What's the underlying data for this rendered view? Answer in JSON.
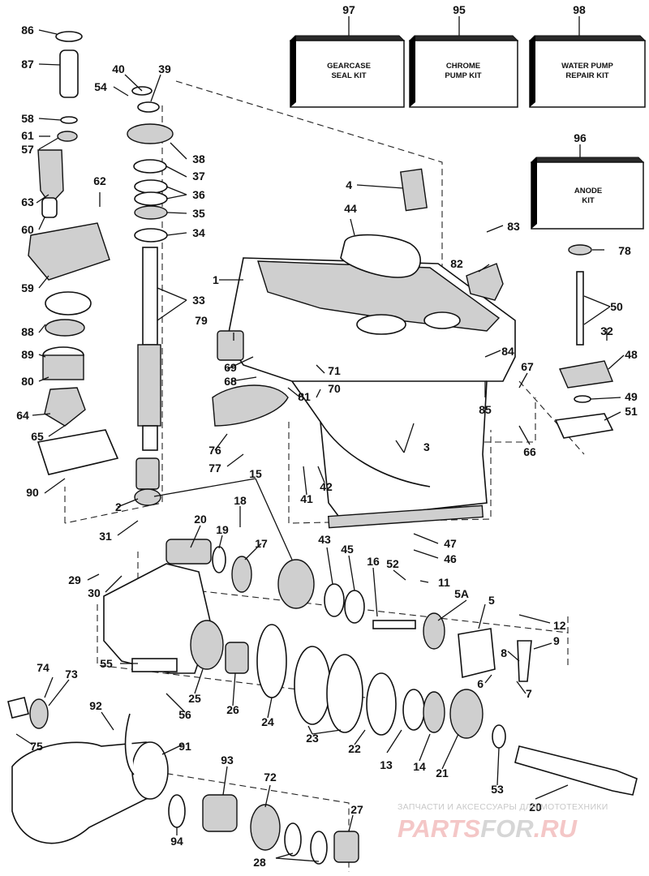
{
  "kits": [
    {
      "id": "97",
      "line1": "GEARCASE",
      "line2": "SEAL KIT"
    },
    {
      "id": "95",
      "line1": "CHROME",
      "line2": "PUMP KIT"
    },
    {
      "id": "98",
      "line1": "WATER PUMP",
      "line2": "REPAIR KIT"
    },
    {
      "id": "96",
      "line1": "ANODE",
      "line2": "KIT"
    }
  ],
  "part_numbers": [
    "1",
    "2",
    "3",
    "4",
    "5",
    "5A",
    "6",
    "7",
    "8",
    "9",
    "11",
    "12",
    "13",
    "14",
    "15",
    "16",
    "17",
    "18",
    "19",
    "20",
    "20",
    "21",
    "22",
    "23",
    "24",
    "25",
    "26",
    "27",
    "28",
    "29",
    "30",
    "31",
    "32",
    "33",
    "34",
    "35",
    "36",
    "37",
    "38",
    "39",
    "40",
    "41",
    "42",
    "43",
    "44",
    "45",
    "46",
    "47",
    "48",
    "49",
    "50",
    "51",
    "52",
    "53",
    "54",
    "55",
    "56",
    "57",
    "58",
    "59",
    "60",
    "61",
    "62",
    "63",
    "64",
    "65",
    "66",
    "67",
    "68",
    "69",
    "70",
    "71",
    "72",
    "73",
    "74",
    "75",
    "76",
    "77",
    "78",
    "79",
    "80",
    "81",
    "82",
    "83",
    "84",
    "85",
    "86",
    "87",
    "88",
    "89",
    "90",
    "91",
    "92",
    "93",
    "94"
  ],
  "watermark": {
    "tagline": "ЗАПЧАСТИ И АКСЕССУАРЫ ДЛЯ МОТОТЕХНИКИ",
    "logo_part1": "PARTS",
    "logo_part2": "FOR",
    "logo_part3": ".RU"
  }
}
